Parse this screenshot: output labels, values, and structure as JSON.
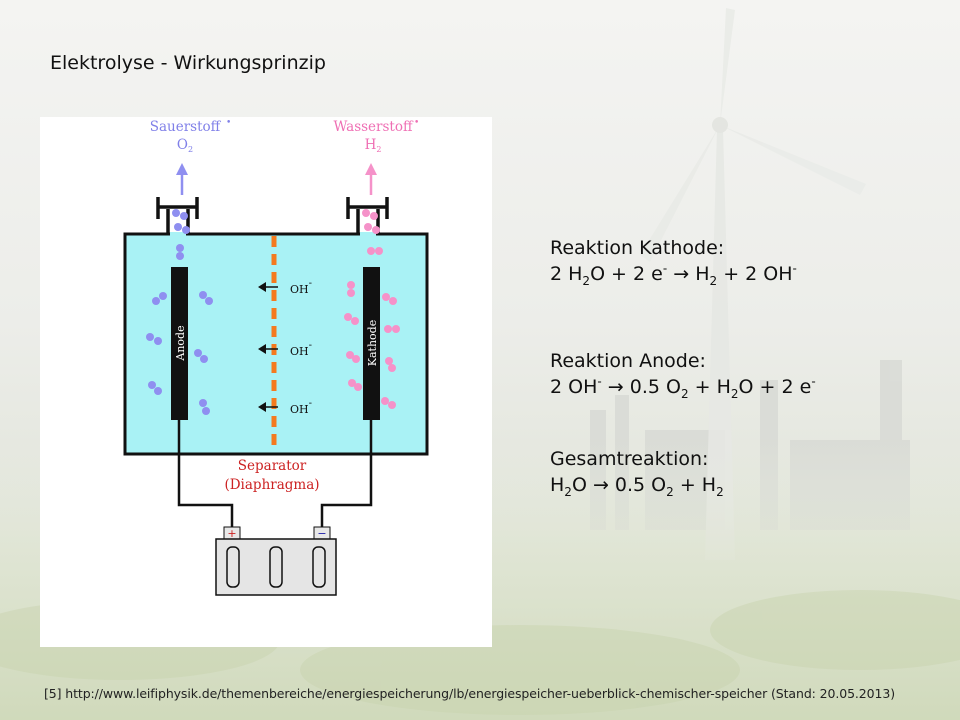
{
  "title": "Elektrolyse - Wirkungsprinzip",
  "diagram": {
    "oxygen_label": "Sauerstoff",
    "oxygen_formula": "O",
    "oxygen_sub": "2",
    "hydrogen_label": "Wasserstoff",
    "hydrogen_formula": "H",
    "hydrogen_sub": "2",
    "anode_label": "Anode",
    "cathode_label": "Kathode",
    "ion_label": "OH",
    "ion_charge": "-",
    "separator_label": "Separator",
    "separator_sub_label": "(Diaphragma)",
    "battery_plus": "+",
    "battery_minus": "−",
    "colors": {
      "electrolyte": "#a9f2f5",
      "separator": "#f47a1e",
      "oxygen_bubble": "#8f8ff0",
      "hydrogen_bubble": "#f592c9",
      "label_red": "#cc2222"
    }
  },
  "reactions": {
    "cathode": {
      "heading": "Reaktion Kathode:",
      "p1": "2 H",
      "s1": "2",
      "p2": "O + 2 e",
      "sup1": "-",
      "arrow": "→",
      "p3": "H",
      "s2": "2",
      "p4": "+ 2 OH",
      "sup2": "-"
    },
    "anode": {
      "heading": "Reaktion Anode:",
      "p1": "2 OH",
      "sup1": "-",
      "arrow": "→",
      "p2": "0.5 O",
      "s1": "2",
      "p3": "+ H",
      "s2": "2",
      "p4": "O + 2 e",
      "sup2": "-"
    },
    "total": {
      "heading": "Gesamtreaktion:",
      "p1": "H",
      "s1": "2",
      "p2": "O",
      "arrow": "→",
      "p3": "0.5 O",
      "s2": "2",
      "p4": "+ H",
      "s3": "2"
    }
  },
  "citation": "[5] http://www.leifiphysik.de/themenbereiche/energiespeicherung/lb/energiespeicher-ueberblick-chemischer-speicher (Stand: 20.05.2013)"
}
